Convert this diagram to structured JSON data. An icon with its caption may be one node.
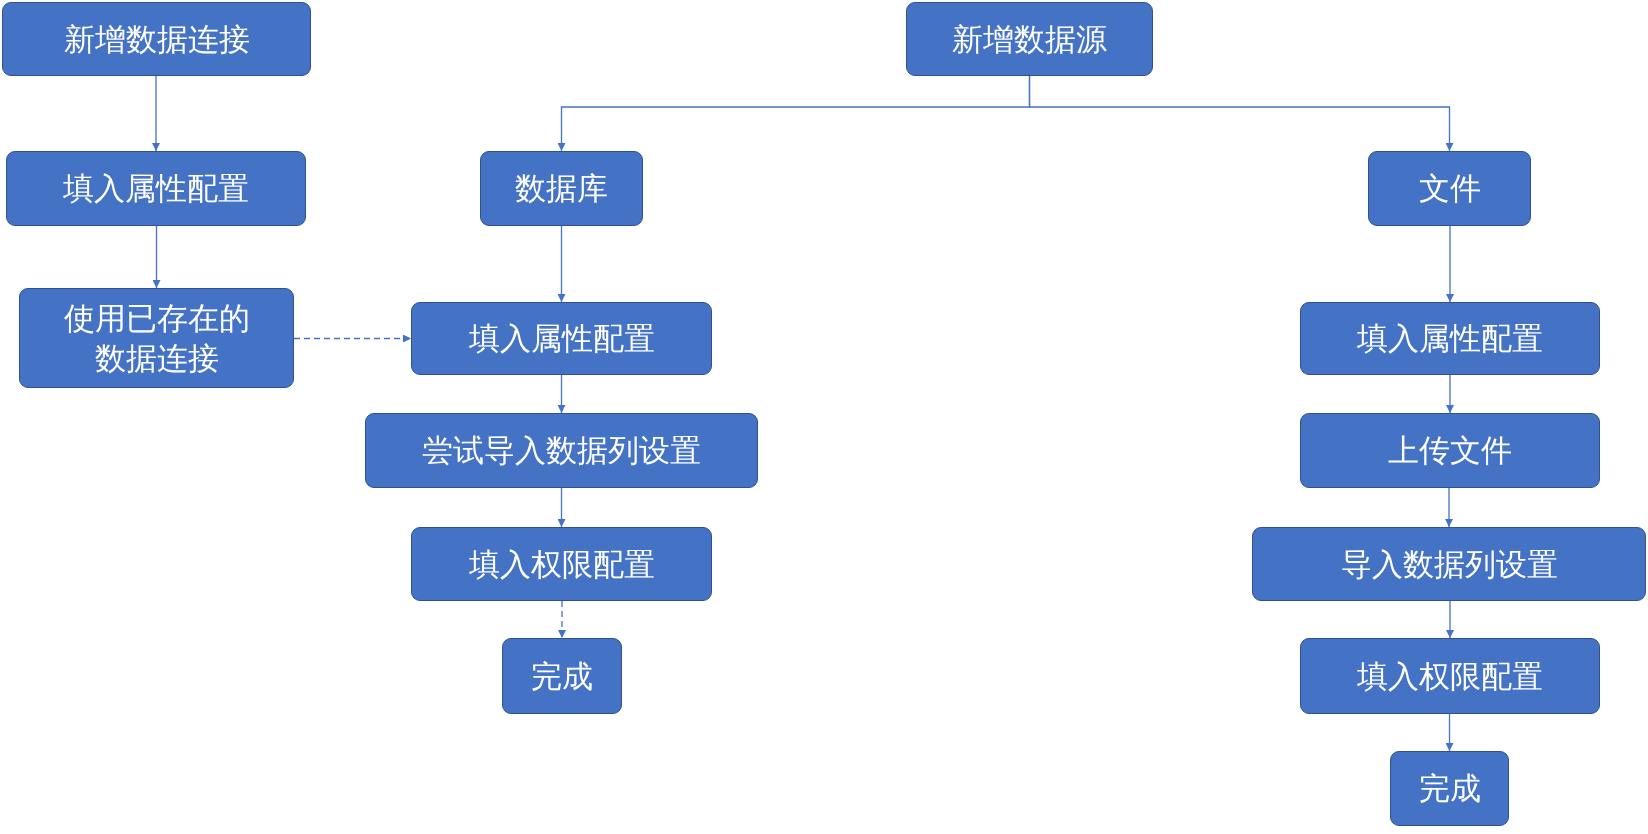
{
  "diagram": {
    "nodes": [
      {
        "text": [
          "新增数据连接"
        ]
      },
      {
        "text": [
          "填入属性配置"
        ]
      },
      {
        "text": [
          "使用已存在的数据连接"
        ]
      },
      {
        "text": [
          "新增数据源"
        ]
      },
      {
        "text": [
          "数据库"
        ]
      },
      {
        "text": [
          "填入属性配置"
        ]
      },
      {
        "text": [
          "尝试导入数据列设置"
        ]
      },
      {
        "text": [
          "填入权限配置"
        ]
      },
      {
        "text": [
          "完成"
        ]
      },
      {
        "text": [
          "文件"
        ]
      },
      {
        "text": [
          "填入属性配置"
        ]
      },
      {
        "text": [
          "上传文件"
        ]
      },
      {
        "text": [
          "导入数据列设置"
        ]
      },
      {
        "text": [
          "填入权限配置"
        ]
      },
      {
        "text": [
          "完成"
        ]
      }
    ],
    "edges": [
      {
        "from": 0,
        "to": 1,
        "arrow": "to"
      },
      {
        "from": 1,
        "to": 2,
        "arrow": "to"
      },
      {
        "from": 2,
        "to": 5,
        "arrow": "to",
        "style": "dashed"
      },
      {
        "from": 3,
        "to": 4,
        "arrow": "to"
      },
      {
        "from": 3,
        "to": 9,
        "arrow": "to"
      },
      {
        "from": 4,
        "to": 5,
        "arrow": "to"
      },
      {
        "from": 5,
        "to": 6,
        "arrow": "to"
      },
      {
        "from": 6,
        "to": 7,
        "arrow": "to"
      },
      {
        "from": 7,
        "to": 8,
        "arrow": "to",
        "style": "dashed"
      },
      {
        "from": 9,
        "to": 10,
        "arrow": "to"
      },
      {
        "from": 10,
        "to": 11,
        "arrow": "to"
      },
      {
        "from": 11,
        "to": 12,
        "arrow": "to"
      },
      {
        "from": 12,
        "to": 13,
        "arrow": "to"
      },
      {
        "from": 13,
        "to": 14,
        "arrow": "to"
      }
    ]
  }
}
